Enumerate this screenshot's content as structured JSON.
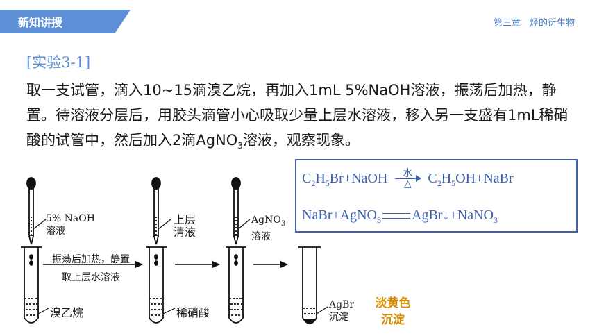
{
  "header": {
    "section_tab": "新知讲授",
    "chapter": "第三章　烃的衍生物"
  },
  "experiment": {
    "title": "[实验3-1]",
    "text_part1": "取一支试管，滴入10~15滴溴乙烷，再加入1mL 5%NaOH溶液，振荡后加热，静置。待溶液分层后，用胶头滴管小心吸取少量上层水溶液，移入另一支盛有1mL稀硝酸的试管中，然后加入2滴AgNO",
    "text_sub": "3",
    "text_part2": "溶液，观察现象。"
  },
  "equations": {
    "eq1_left": "C2H5Br+NaOH",
    "eq1_condition_top": "水",
    "eq1_condition_bottom": "△",
    "eq1_right": "C2H5OH+NaBr",
    "eq2_left": "NaBr+AgNO3",
    "eq2_right": "AgBr↓+NaNO3"
  },
  "diagram": {
    "dropper1_label_line1": "5% NaOH",
    "dropper1_label_line2": "溶液",
    "step1_line1": "振荡后加热，静置",
    "step1_line2": "取上层水溶液",
    "tube1_label": "溴乙烷",
    "dropper2_label_line1": "上层",
    "dropper2_label_line2": "清液",
    "tube2_label": "稀硝酸",
    "dropper3_label_line1": "AgNO3",
    "dropper3_label_line2": "溶液",
    "tube4_label_line1": "AgBr",
    "tube4_label_line2": "沉淀",
    "result_line1": "淡黄色",
    "result_line2": "沉淀"
  },
  "colors": {
    "accent": "#5c8fd6",
    "equation_text": "#3a5fb0",
    "result": "#d98e00"
  }
}
